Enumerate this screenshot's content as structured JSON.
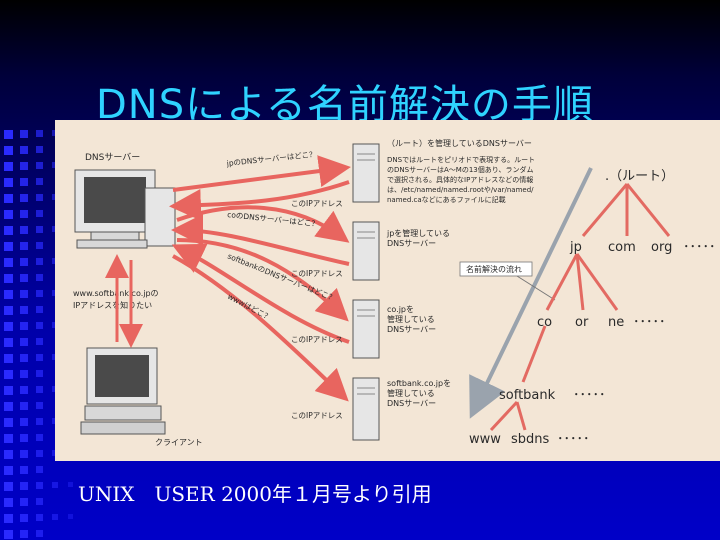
{
  "slide": {
    "title": "DNSによる名前解決の手順",
    "caption": "UNIX　USER 2000年１月号より引用"
  },
  "colors": {
    "title": "#2fd3ff",
    "arrow": "#e8655f",
    "tree_line": "#e36a62",
    "flow_arrow": "#9aa3ad",
    "photo_bg": "#f3e6d6"
  },
  "diagram": {
    "dns_server_label": "DNSサーバー",
    "client_label": "クライアント",
    "client_note": [
      "www.softbank.co.jpの",
      "IPアドレスを知りたい"
    ],
    "servers": [
      {
        "label": [
          "（ルート）を管理しているDNSサーバー"
        ]
      },
      {
        "label": [
          "jpを管理している",
          "DNSサーバー"
        ]
      },
      {
        "label": [
          "co.jpを",
          "管理している",
          "DNSサーバー"
        ]
      },
      {
        "label": [
          "softbank.co.jpを",
          "管理している",
          "DNSサーバー"
        ]
      }
    ],
    "root_note": [
      "DNSではルートをピリオドで表現する。ルート",
      "のDNSサーバーはA～Mの13個あり、ランダム",
      "で選択される。具体的なIPアドレスなどの情報",
      "は、/etc/named/named.rootや/var/named/",
      "named.caなどにあるファイルに記載"
    ],
    "queries": [
      "jpのDNSサーバーはどこ？",
      "coのDNSサーバーはどこ？",
      "softbankのDNSサーバーはどこ？",
      "wwwはどこ？"
    ],
    "answer_label": "このIPアドレス",
    "flow_label": "名前解決の流れ",
    "tree": {
      "root": ".（ルート）",
      "level1": [
        "jp",
        "com",
        "org",
        "･････"
      ],
      "level2": [
        "co",
        "or",
        "ne",
        "･････"
      ],
      "level3": [
        "softbank",
        "･････"
      ],
      "level4": [
        "www",
        "sbdns",
        "･････"
      ]
    }
  }
}
